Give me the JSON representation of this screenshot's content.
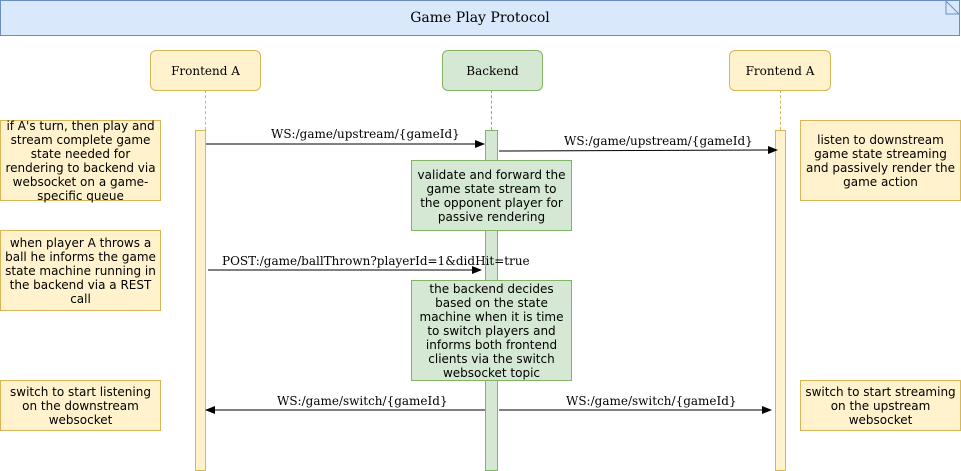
{
  "title": "Game Play Protocol",
  "actors": {
    "left": "Frontend A",
    "center": "Backend",
    "right": "Frontend A"
  },
  "notes": {
    "left_1": "if A's turn, then play and stream complete game state needed for rendering to backend via websocket on a game-specific queue",
    "left_2": "when player A throws a ball he informs the game state machine running in the backend via a REST call",
    "left_3": "switch to start listening on the downstream websocket",
    "center_1": "validate and forward the game state stream to the opponent player for passive rendering",
    "center_2": "the backend decides based on the state machine when it is time to switch players and informs both frontend clients via the switch websocket topic",
    "right_1": "listen to downstream game state streaming and passively render the game action",
    "right_3": "switch to start streaming on the upstream websocket"
  },
  "messages": {
    "upstream_a_to_backend": "WS:/game/upstream/{gameId}",
    "upstream_backend_to_b": "WS:/game/upstream/{gameId}",
    "ball_thrown": "POST:/game/ballThrown?playerId=1&didHit=true",
    "switch_to_a": "WS:/game/switch/{gameId}",
    "switch_to_b": "WS:/game/switch/{gameId}"
  },
  "colors": {
    "header_fill": "#dae8fc",
    "header_stroke": "#6c8ebf",
    "yellow_fill": "#fff2cc",
    "yellow_stroke": "#d6b656",
    "green_fill": "#d5e8d4",
    "green_stroke": "#82b366"
  }
}
